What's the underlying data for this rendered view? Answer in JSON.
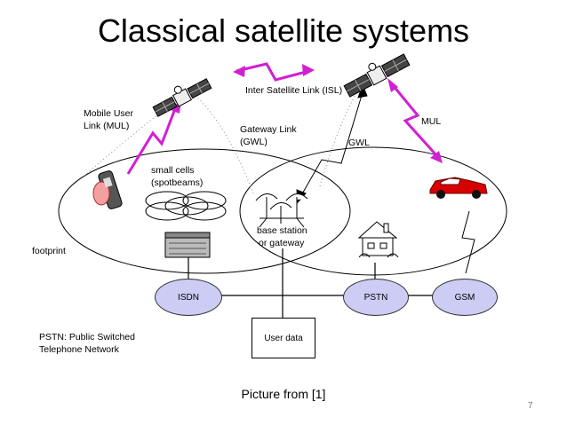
{
  "title": "Classical satellite systems",
  "labels": {
    "isl": "Inter Satellite Link  (ISL)",
    "mul_left_1": "Mobile User",
    "mul_left_2": "Link (MUL)",
    "gwl_1": "Gateway Link",
    "gwl_2": "(GWL)",
    "gwl_short": "GWL",
    "mul_right": "MUL",
    "small_cells_1": "small cells",
    "small_cells_2": "(spotbeams)",
    "base_station_1": "base station",
    "base_station_2": "or gateway",
    "footprint": "footprint",
    "legend_1": "PSTN: Public Switched",
    "legend_2": "Telephone Network"
  },
  "nodes": {
    "isdn": "ISDN",
    "pstn": "PSTN",
    "gsm": "GSM",
    "user_data": "User data"
  },
  "caption": "Picture from [1]",
  "page_number": "7",
  "colors": {
    "link": "#d21fd2",
    "node_fill": "#ccccf5",
    "car": "#d60000"
  }
}
